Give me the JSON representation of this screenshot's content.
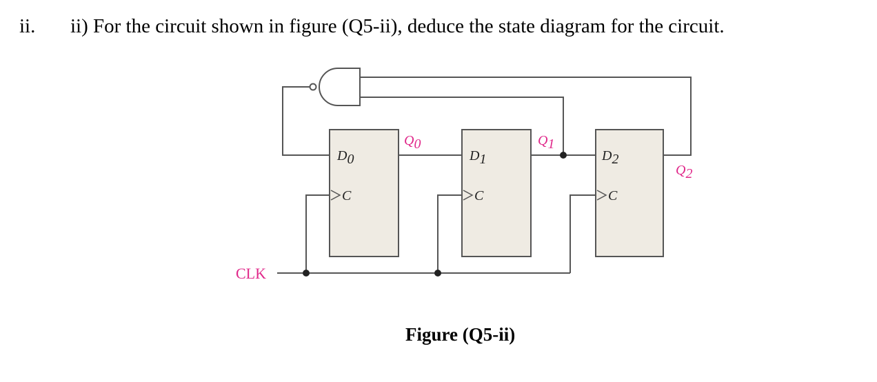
{
  "question": {
    "number": "ii.",
    "text": "ii) For the circuit shown in figure (Q5-ii), deduce the state diagram for the circuit."
  },
  "figure": {
    "caption": "Figure (Q5-ii)",
    "clock_label": "CLK",
    "flip_flops": [
      {
        "d_letter": "D",
        "d_sub": "0",
        "clk_letter": "C",
        "q_letter": "Q",
        "q_sub": "0"
      },
      {
        "d_letter": "D",
        "d_sub": "1",
        "clk_letter": "C",
        "q_letter": "Q",
        "q_sub": "1"
      },
      {
        "d_letter": "D",
        "d_sub": "2",
        "clk_letter": "C",
        "q_letter": "Q",
        "q_sub": "2"
      }
    ],
    "colors": {
      "wire": "#555555",
      "ff_fill": "#efebe3",
      "label_accent": "#e0288a"
    }
  }
}
